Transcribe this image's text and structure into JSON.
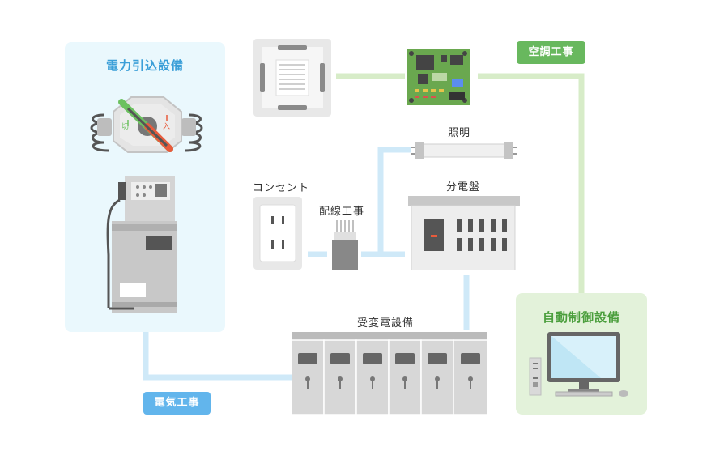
{
  "left_panel": {
    "title": "電力引込設備"
  },
  "right_panel": {
    "title": "自動制御設備"
  },
  "badges": {
    "air_conditioning": "空調工事",
    "electrical": "電気工事"
  },
  "labels": {
    "lighting": "照明",
    "outlet": "コンセント",
    "wiring": "配線工事",
    "distribution_board": "分電盤",
    "substation": "受変電設備",
    "switch_off": "切",
    "switch_on": "入"
  },
  "colors": {
    "blue_line": "#cfe9f8",
    "green_line": "#d7ecc8",
    "blue_accent": "#3b9fd8",
    "green_accent": "#4a9e3c"
  }
}
